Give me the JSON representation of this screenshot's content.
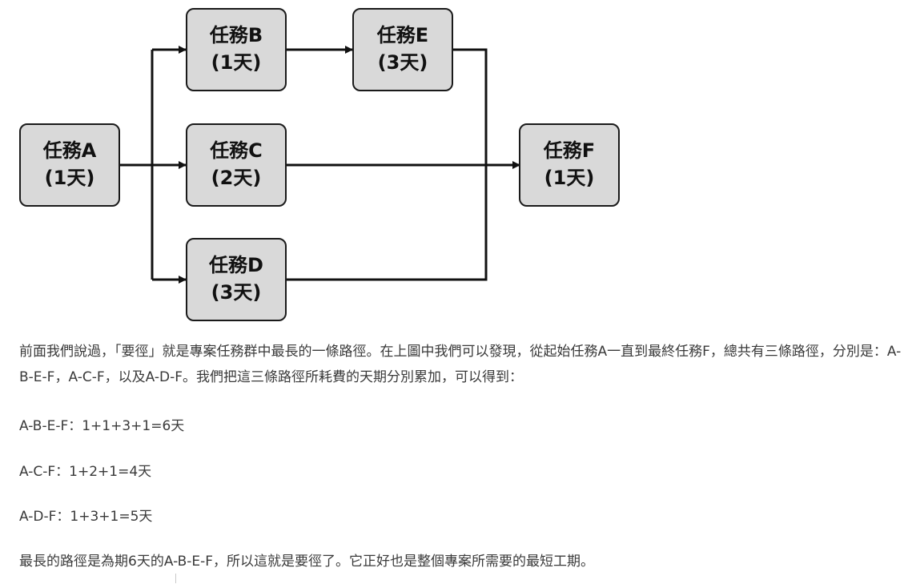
{
  "diagram": {
    "nodes": [
      {
        "id": "A",
        "line1": "任務A",
        "line2": "(1天)"
      },
      {
        "id": "B",
        "line1": "任務B",
        "line2": "(1天)"
      },
      {
        "id": "C",
        "line1": "任務C",
        "line2": "(2天)"
      },
      {
        "id": "D",
        "line1": "任務D",
        "line2": "(3天)"
      },
      {
        "id": "E",
        "line1": "任務E",
        "line2": "(3天)"
      },
      {
        "id": "F",
        "line1": "任務F",
        "line2": "(1天)"
      }
    ],
    "edges": [
      {
        "from": "A",
        "to": "B"
      },
      {
        "from": "A",
        "to": "C"
      },
      {
        "from": "A",
        "to": "D"
      },
      {
        "from": "B",
        "to": "E"
      },
      {
        "from": "E",
        "to": "F"
      },
      {
        "from": "C",
        "to": "F"
      },
      {
        "from": "D",
        "to": "F"
      }
    ]
  },
  "text": {
    "para1": "前面我們說過，「要徑」就是專案任務群中最長的一條路徑。在上圖中我們可以發現，從起始任務A一直到最終任務F，總共有三條路徑，分別是：A-B-E-F，A-C-F，以及A-D-F。我們把這三條路徑所耗費的天期分別累加，可以得到：",
    "path1": "A-B-E-F：1+1+3+1=6天",
    "path2": "A-C-F：1+2+1=4天",
    "path3": "A-D-F：1+3+1=5天",
    "para2": "最長的路徑是為期6天的A-B-E-F，所以這就是要徑了。它正好也是整個專案所需要的最短工期。"
  }
}
